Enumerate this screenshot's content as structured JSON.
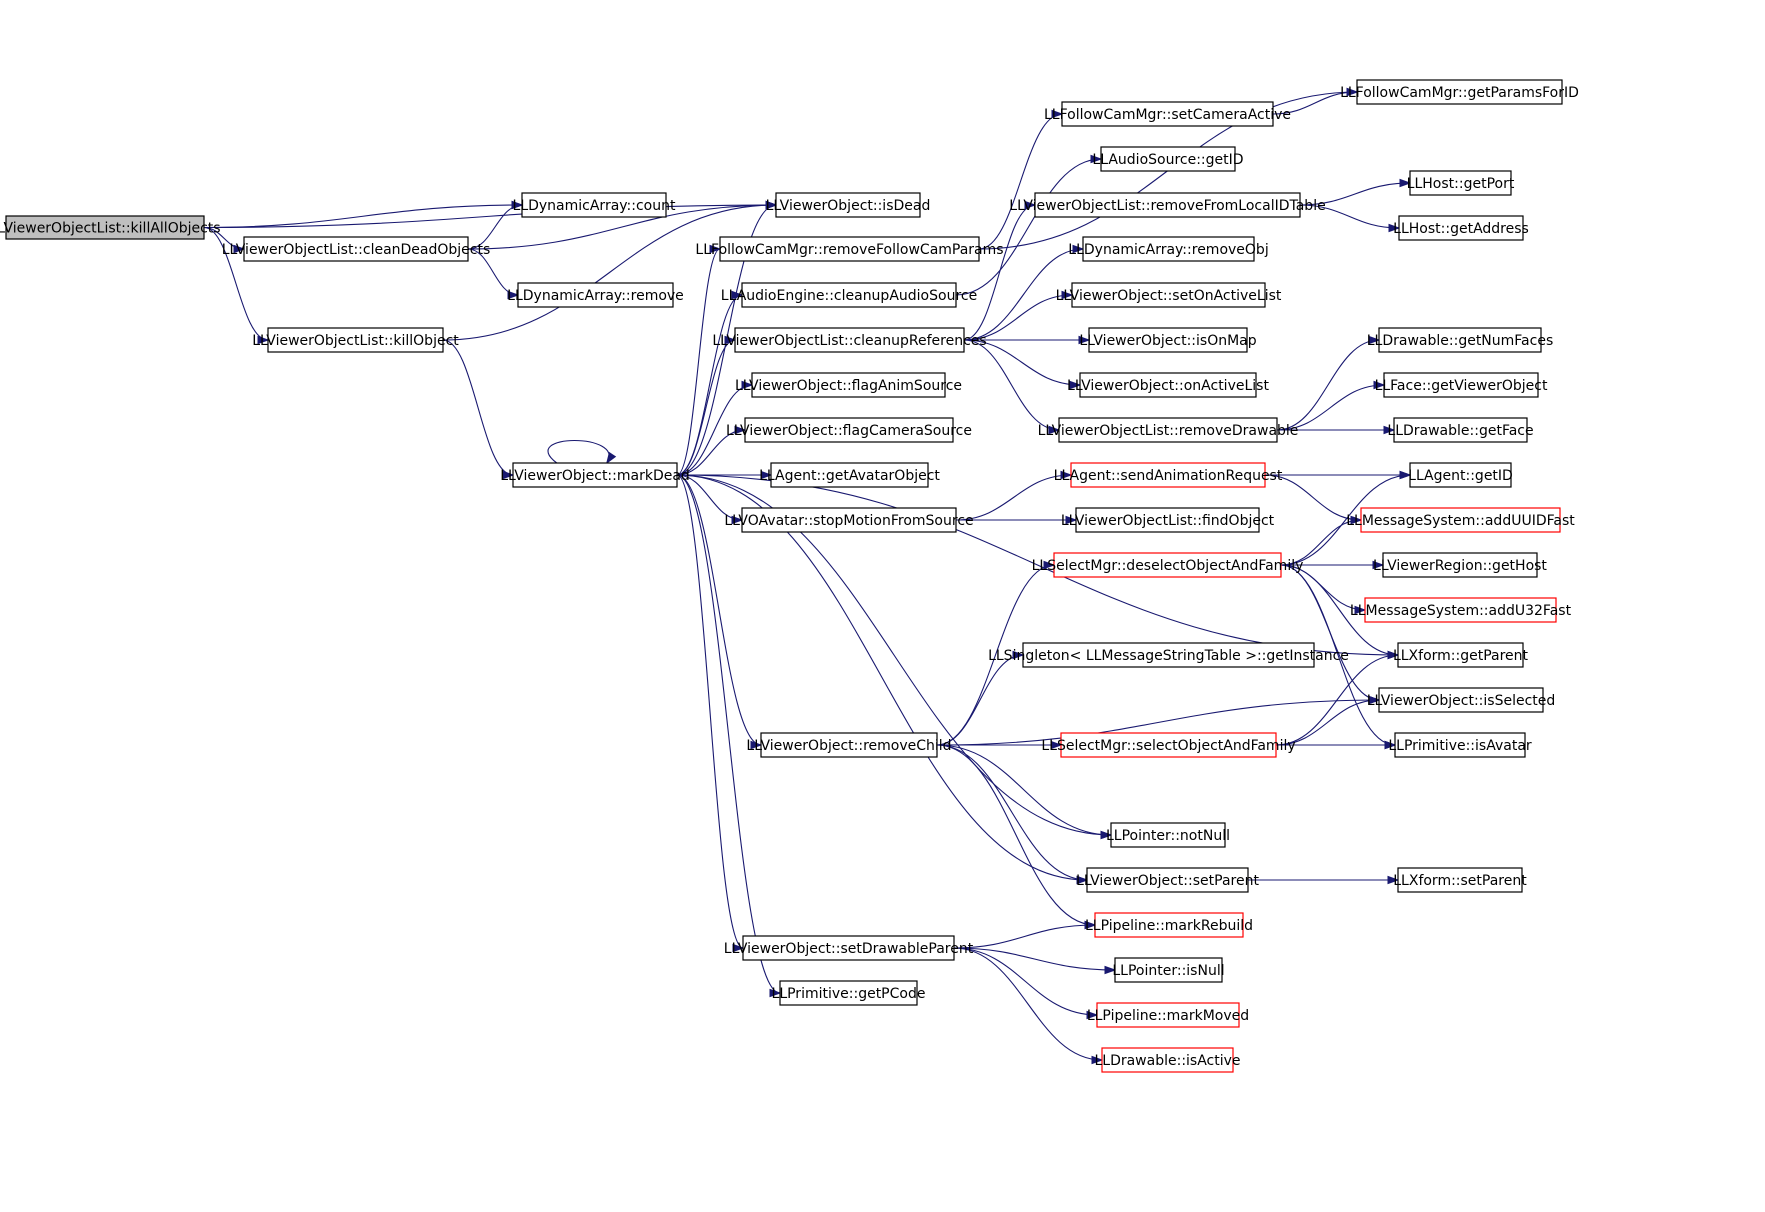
{
  "colors": {
    "edge": "#191970",
    "normal_border": "#000000",
    "truncated_border": "#ff0000",
    "root_fill": "#bfbfbf"
  },
  "nodes": [
    {
      "id": "killAllObjects",
      "label": "LLViewerObjectList::killAllObjects",
      "kind": "root"
    },
    {
      "id": "count",
      "label": "LLDynamicArray::count",
      "kind": "normal"
    },
    {
      "id": "isDead",
      "label": "LLViewerObject::isDead",
      "kind": "normal"
    },
    {
      "id": "cleanDeadObjects",
      "label": "LLViewerObjectList::cleanDeadObjects",
      "kind": "normal"
    },
    {
      "id": "remove",
      "label": "LLDynamicArray::remove",
      "kind": "normal"
    },
    {
      "id": "killObject",
      "label": "LLViewerObjectList::killObject",
      "kind": "normal"
    },
    {
      "id": "markDead",
      "label": "LLViewerObject::markDead",
      "kind": "normal"
    },
    {
      "id": "removeFollowCamParams",
      "label": "LLFollowCamMgr::removeFollowCamParams",
      "kind": "normal"
    },
    {
      "id": "cleanupAudioSource",
      "label": "LLAudioEngine::cleanupAudioSource",
      "kind": "normal"
    },
    {
      "id": "cleanupReferences",
      "label": "LLViewerObjectList::cleanupReferences",
      "kind": "normal"
    },
    {
      "id": "flagAnimSource",
      "label": "LLViewerObject::flagAnimSource",
      "kind": "normal"
    },
    {
      "id": "flagCameraSource",
      "label": "LLViewerObject::flagCameraSource",
      "kind": "normal"
    },
    {
      "id": "getAvatarObject",
      "label": "LLAgent::getAvatarObject",
      "kind": "normal"
    },
    {
      "id": "stopMotionFromSource",
      "label": "LLVOAvatar::stopMotionFromSource",
      "kind": "normal"
    },
    {
      "id": "removeChild",
      "label": "LLViewerObject::removeChild",
      "kind": "normal"
    },
    {
      "id": "setDrawableParent",
      "label": "LLViewerObject::setDrawableParent",
      "kind": "normal"
    },
    {
      "id": "getPCode",
      "label": "LLPrimitive::getPCode",
      "kind": "normal"
    },
    {
      "id": "setCameraActive",
      "label": "LLFollowCamMgr::setCameraActive",
      "kind": "normal"
    },
    {
      "id": "getParamsForID",
      "label": "LLFollowCamMgr::getParamsForID",
      "kind": "normal"
    },
    {
      "id": "audioGetID",
      "label": "LLAudioSource::getID",
      "kind": "normal"
    },
    {
      "id": "removeFromLocalIDTable",
      "label": "LLViewerObjectList::removeFromLocalIDTable",
      "kind": "normal"
    },
    {
      "id": "getPort",
      "label": "LLHost::getPort",
      "kind": "normal"
    },
    {
      "id": "getAddress",
      "label": "LLHost::getAddress",
      "kind": "normal"
    },
    {
      "id": "removeObj",
      "label": "LLDynamicArray::removeObj",
      "kind": "normal"
    },
    {
      "id": "setOnActiveList",
      "label": "LLViewerObject::setOnActiveList",
      "kind": "normal"
    },
    {
      "id": "isOnMap",
      "label": "LLViewerObject::isOnMap",
      "kind": "normal"
    },
    {
      "id": "onActiveList",
      "label": "LLViewerObject::onActiveList",
      "kind": "normal"
    },
    {
      "id": "removeDrawable",
      "label": "LLViewerObjectList::removeDrawable",
      "kind": "normal"
    },
    {
      "id": "getNumFaces",
      "label": "LLDrawable::getNumFaces",
      "kind": "normal"
    },
    {
      "id": "getViewerObject",
      "label": "LLFace::getViewerObject",
      "kind": "normal"
    },
    {
      "id": "getFace",
      "label": "LLDrawable::getFace",
      "kind": "normal"
    },
    {
      "id": "sendAnimationRequest",
      "label": "LLAgent::sendAnimationRequest",
      "kind": "truncated"
    },
    {
      "id": "agentGetID",
      "label": "LLAgent::getID",
      "kind": "normal"
    },
    {
      "id": "addUUIDFast",
      "label": "LLMessageSystem::addUUIDFast",
      "kind": "truncated"
    },
    {
      "id": "findObject",
      "label": "LLViewerObjectList::findObject",
      "kind": "normal"
    },
    {
      "id": "deselectObjectAndFamily",
      "label": "LLSelectMgr::deselectObjectAndFamily",
      "kind": "truncated"
    },
    {
      "id": "getHost",
      "label": "LLViewerRegion::getHost",
      "kind": "normal"
    },
    {
      "id": "addU32Fast",
      "label": "LLMessageSystem::addU32Fast",
      "kind": "truncated"
    },
    {
      "id": "getInstance",
      "label": "LLSingleton< LLMessageStringTable >::getInstance",
      "kind": "normal"
    },
    {
      "id": "getParent",
      "label": "LLXform::getParent",
      "kind": "normal"
    },
    {
      "id": "isSelected",
      "label": "LLViewerObject::isSelected",
      "kind": "normal"
    },
    {
      "id": "selectObjectAndFamily",
      "label": "LLSelectMgr::selectObjectAndFamily",
      "kind": "truncated"
    },
    {
      "id": "isAvatar",
      "label": "LLPrimitive::isAvatar",
      "kind": "normal"
    },
    {
      "id": "notNull",
      "label": "LLPointer::notNull",
      "kind": "normal"
    },
    {
      "id": "setParent",
      "label": "LLViewerObject::setParent",
      "kind": "normal"
    },
    {
      "id": "xformSetParent",
      "label": "LLXform::setParent",
      "kind": "normal"
    },
    {
      "id": "markRebuild",
      "label": "LLPipeline::markRebuild",
      "kind": "truncated"
    },
    {
      "id": "isNull",
      "label": "LLPointer::isNull",
      "kind": "normal"
    },
    {
      "id": "markMoved",
      "label": "LLPipeline::markMoved",
      "kind": "truncated"
    },
    {
      "id": "isActive",
      "label": "LLDrawable::isActive",
      "kind": "truncated"
    }
  ],
  "edges": [
    [
      "killAllObjects",
      "count"
    ],
    [
      "killAllObjects",
      "isDead"
    ],
    [
      "killAllObjects",
      "cleanDeadObjects"
    ],
    [
      "killAllObjects",
      "killObject"
    ],
    [
      "cleanDeadObjects",
      "count"
    ],
    [
      "cleanDeadObjects",
      "isDead"
    ],
    [
      "cleanDeadObjects",
      "remove"
    ],
    [
      "killObject",
      "isDead"
    ],
    [
      "killObject",
      "markDead"
    ],
    [
      "markDead",
      "markDead"
    ],
    [
      "markDead",
      "isDead"
    ],
    [
      "markDead",
      "removeFollowCamParams"
    ],
    [
      "markDead",
      "cleanupAudioSource"
    ],
    [
      "markDead",
      "cleanupReferences"
    ],
    [
      "markDead",
      "flagAnimSource"
    ],
    [
      "markDead",
      "flagCameraSource"
    ],
    [
      "markDead",
      "getAvatarObject"
    ],
    [
      "markDead",
      "stopMotionFromSource"
    ],
    [
      "markDead",
      "removeChild"
    ],
    [
      "markDead",
      "setDrawableParent"
    ],
    [
      "markDead",
      "getPCode"
    ],
    [
      "markDead",
      "getParent"
    ],
    [
      "markDead",
      "notNull"
    ],
    [
      "markDead",
      "setParent"
    ],
    [
      "removeFollowCamParams",
      "setCameraActive"
    ],
    [
      "removeFollowCamParams",
      "getParamsForID"
    ],
    [
      "setCameraActive",
      "getParamsForID"
    ],
    [
      "cleanupAudioSource",
      "audioGetID"
    ],
    [
      "cleanupReferences",
      "removeFromLocalIDTable"
    ],
    [
      "cleanupReferences",
      "removeObj"
    ],
    [
      "cleanupReferences",
      "setOnActiveList"
    ],
    [
      "cleanupReferences",
      "isOnMap"
    ],
    [
      "cleanupReferences",
      "onActiveList"
    ],
    [
      "cleanupReferences",
      "removeDrawable"
    ],
    [
      "removeFromLocalIDTable",
      "getPort"
    ],
    [
      "removeFromLocalIDTable",
      "getAddress"
    ],
    [
      "removeDrawable",
      "getNumFaces"
    ],
    [
      "removeDrawable",
      "getViewerObject"
    ],
    [
      "removeDrawable",
      "getFace"
    ],
    [
      "stopMotionFromSource",
      "sendAnimationRequest"
    ],
    [
      "stopMotionFromSource",
      "findObject"
    ],
    [
      "sendAnimationRequest",
      "agentGetID"
    ],
    [
      "sendAnimationRequest",
      "addUUIDFast"
    ],
    [
      "deselectObjectAndFamily",
      "agentGetID"
    ],
    [
      "deselectObjectAndFamily",
      "addUUIDFast"
    ],
    [
      "deselectObjectAndFamily",
      "getHost"
    ],
    [
      "deselectObjectAndFamily",
      "addU32Fast"
    ],
    [
      "deselectObjectAndFamily",
      "getParent"
    ],
    [
      "deselectObjectAndFamily",
      "isSelected"
    ],
    [
      "deselectObjectAndFamily",
      "isAvatar"
    ],
    [
      "removeChild",
      "deselectObjectAndFamily"
    ],
    [
      "removeChild",
      "getInstance"
    ],
    [
      "removeChild",
      "isSelected"
    ],
    [
      "removeChild",
      "selectObjectAndFamily"
    ],
    [
      "removeChild",
      "isAvatar"
    ],
    [
      "removeChild",
      "notNull"
    ],
    [
      "removeChild",
      "setParent"
    ],
    [
      "removeChild",
      "markRebuild"
    ],
    [
      "selectObjectAndFamily",
      "getParent"
    ],
    [
      "selectObjectAndFamily",
      "isSelected"
    ],
    [
      "selectObjectAndFamily",
      "isAvatar"
    ],
    [
      "setParent",
      "xformSetParent"
    ],
    [
      "setDrawableParent",
      "markRebuild"
    ],
    [
      "setDrawableParent",
      "isNull"
    ],
    [
      "setDrawableParent",
      "markMoved"
    ],
    [
      "setDrawableParent",
      "isActive"
    ]
  ]
}
